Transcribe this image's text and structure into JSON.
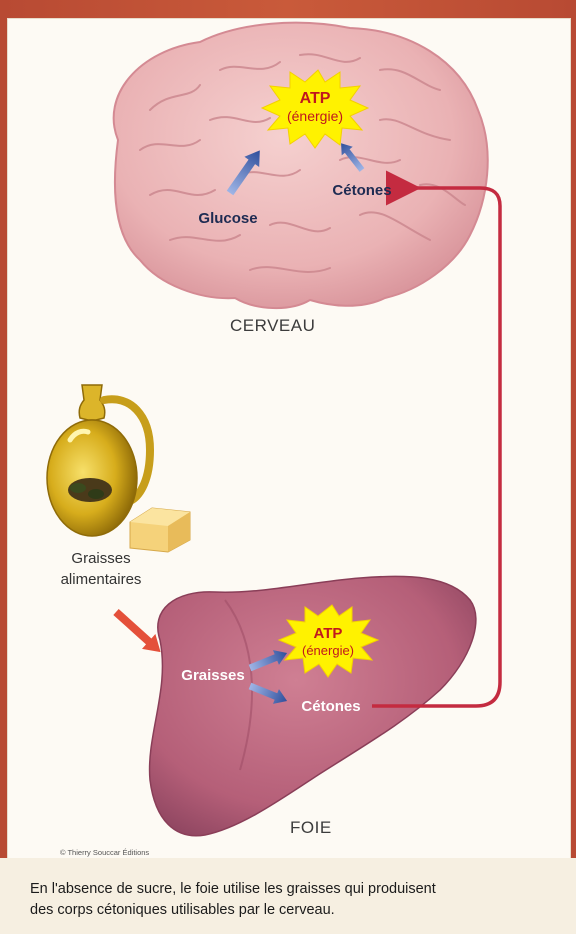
{
  "brain": {
    "atp": "ATP",
    "energy": "(énergie)",
    "glucose": "Glucose",
    "ketones": "Cétones",
    "organ": "CERVEAU"
  },
  "fats": {
    "line1": "Graisses",
    "line2": "alimentaires"
  },
  "liver": {
    "atp": "ATP",
    "energy": "(énergie)",
    "fats": "Graisses",
    "ketones": "Cétones",
    "organ": "FOIE"
  },
  "copyright": "© Thierry Souccar Éditions",
  "caption": {
    "line1": "En l'absence de sucre, le foie utilise les graisses qui produisent",
    "line2": "des corps cétoniques utilisables par le cerveau."
  },
  "colors": {
    "frame": "#c95a3a",
    "brain": "#ecb8b9",
    "liver": "#b8647c",
    "burst": "#fff200",
    "ketone_path": "#c42b40",
    "blue_arrow": "#3d5ea8"
  }
}
